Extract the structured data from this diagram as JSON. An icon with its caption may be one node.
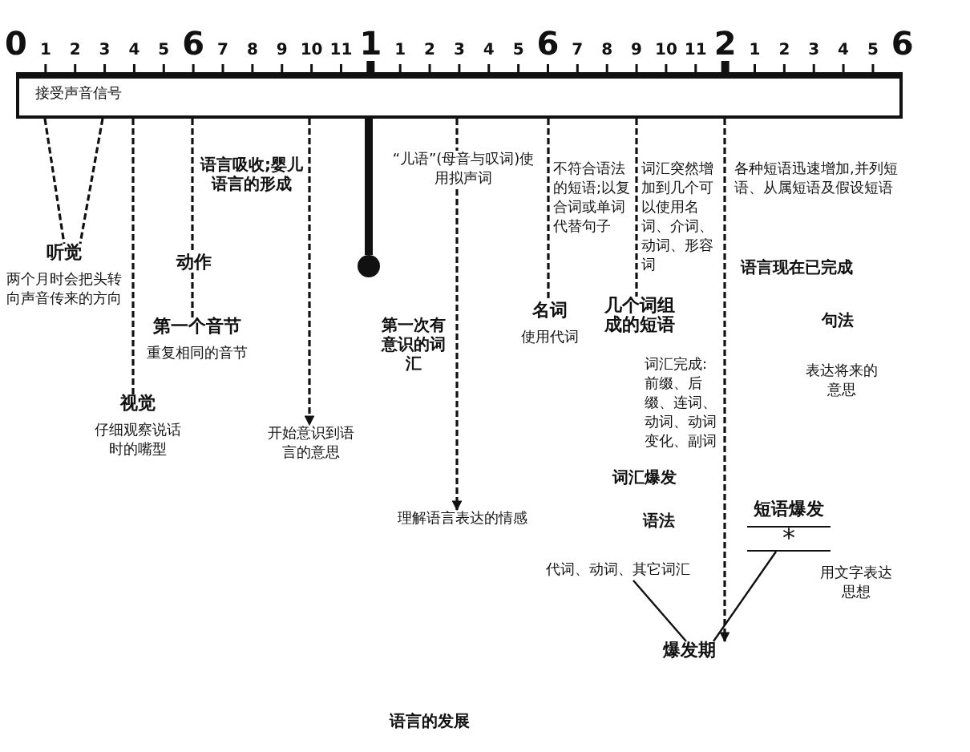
{
  "diagram": {
    "caption": "语言的发展",
    "nodes": [
      {
        "text": [
          "接受声音信号"
        ]
      },
      {
        "text": [
          "听觉",
          "两个月时会把头转向声音传来的方向"
        ]
      },
      {
        "text": [
          "视觉",
          "仔细观察说话时的嘴型"
        ]
      },
      {
        "text": [
          "动作"
        ]
      },
      {
        "text": [
          "第一个音节",
          "重复相同的音节"
        ]
      },
      {
        "text": [
          "开始意识到语言的意思"
        ]
      },
      {
        "text": [],
        "shape": "circle"
      },
      {
        "text": [
          "“儿语”(母音与叹词)使用拟声词"
        ]
      },
      {
        "text": [
          "理解语言表达的情感"
        ]
      },
      {
        "text": [
          "名词",
          "使用代词"
        ]
      },
      {
        "text": [
          "几个词组成的短语"
        ]
      },
      {
        "text": [
          "代词、动词、其它词汇"
        ]
      },
      {
        "text": [
          "短语爆发",
          "*"
        ]
      },
      {
        "text": [
          "爆发期"
        ]
      }
    ],
    "edges": [
      {
        "from": 0,
        "to": 1,
        "arrow": "none",
        "style": "dashed"
      },
      {
        "from": 0,
        "to": 1,
        "arrow": "none",
        "style": "dashed"
      },
      {
        "from": 0,
        "to": 2,
        "arrow": "none",
        "style": "dashed"
      },
      {
        "from": 0,
        "to": 3,
        "arrow": "none",
        "style": "dashed"
      },
      {
        "from": 3,
        "to": 4,
        "arrow": "none",
        "style": "dashed"
      },
      {
        "from": 0,
        "to": 5,
        "arrow": "to",
        "style": "dashed"
      },
      {
        "from": 0,
        "to": 6,
        "arrow": "none",
        "style": "thick"
      },
      {
        "from": 0,
        "to": 7,
        "arrow": "none",
        "style": "dashed"
      },
      {
        "from": 7,
        "to": 8,
        "arrow": "to",
        "style": "dashed"
      },
      {
        "from": 0,
        "to": 9,
        "arrow": "none",
        "style": "dashed"
      },
      {
        "from": 0,
        "to": 10,
        "arrow": "none",
        "style": "dashed"
      },
      {
        "from": 0,
        "to": 13,
        "arrow": "to",
        "style": "dashed"
      },
      {
        "from": 11,
        "to": 13,
        "arrow": "none"
      },
      {
        "from": 12,
        "to": 13,
        "arrow": "none"
      }
    ],
    "labels": [
      "0",
      "1",
      "2",
      "3",
      "4",
      "5",
      "6",
      "7",
      "8",
      "9",
      "10",
      "11",
      "1",
      "1",
      "2",
      "3",
      "4",
      "5",
      "6",
      "7",
      "8",
      "9",
      "10",
      "11",
      "2",
      "1",
      "2",
      "3",
      "4",
      "5",
      "6",
      "语言吸收;婴儿语言的形成",
      "第一次有意识的词汇",
      "不符合语法的短语;以复合词或单词代替句子",
      "词汇突然增加到几个可以使用名词、介词、动词、形容词",
      "各种短语迅速增加,并列短语、从属短语及假设短语",
      "语言现在已完成",
      "句法",
      "表达将来的意思",
      "词汇完成:前缀、后缀、连词、动词、动词变化、副词",
      "词汇爆发",
      "语法",
      "用文字表达思想"
    ]
  }
}
